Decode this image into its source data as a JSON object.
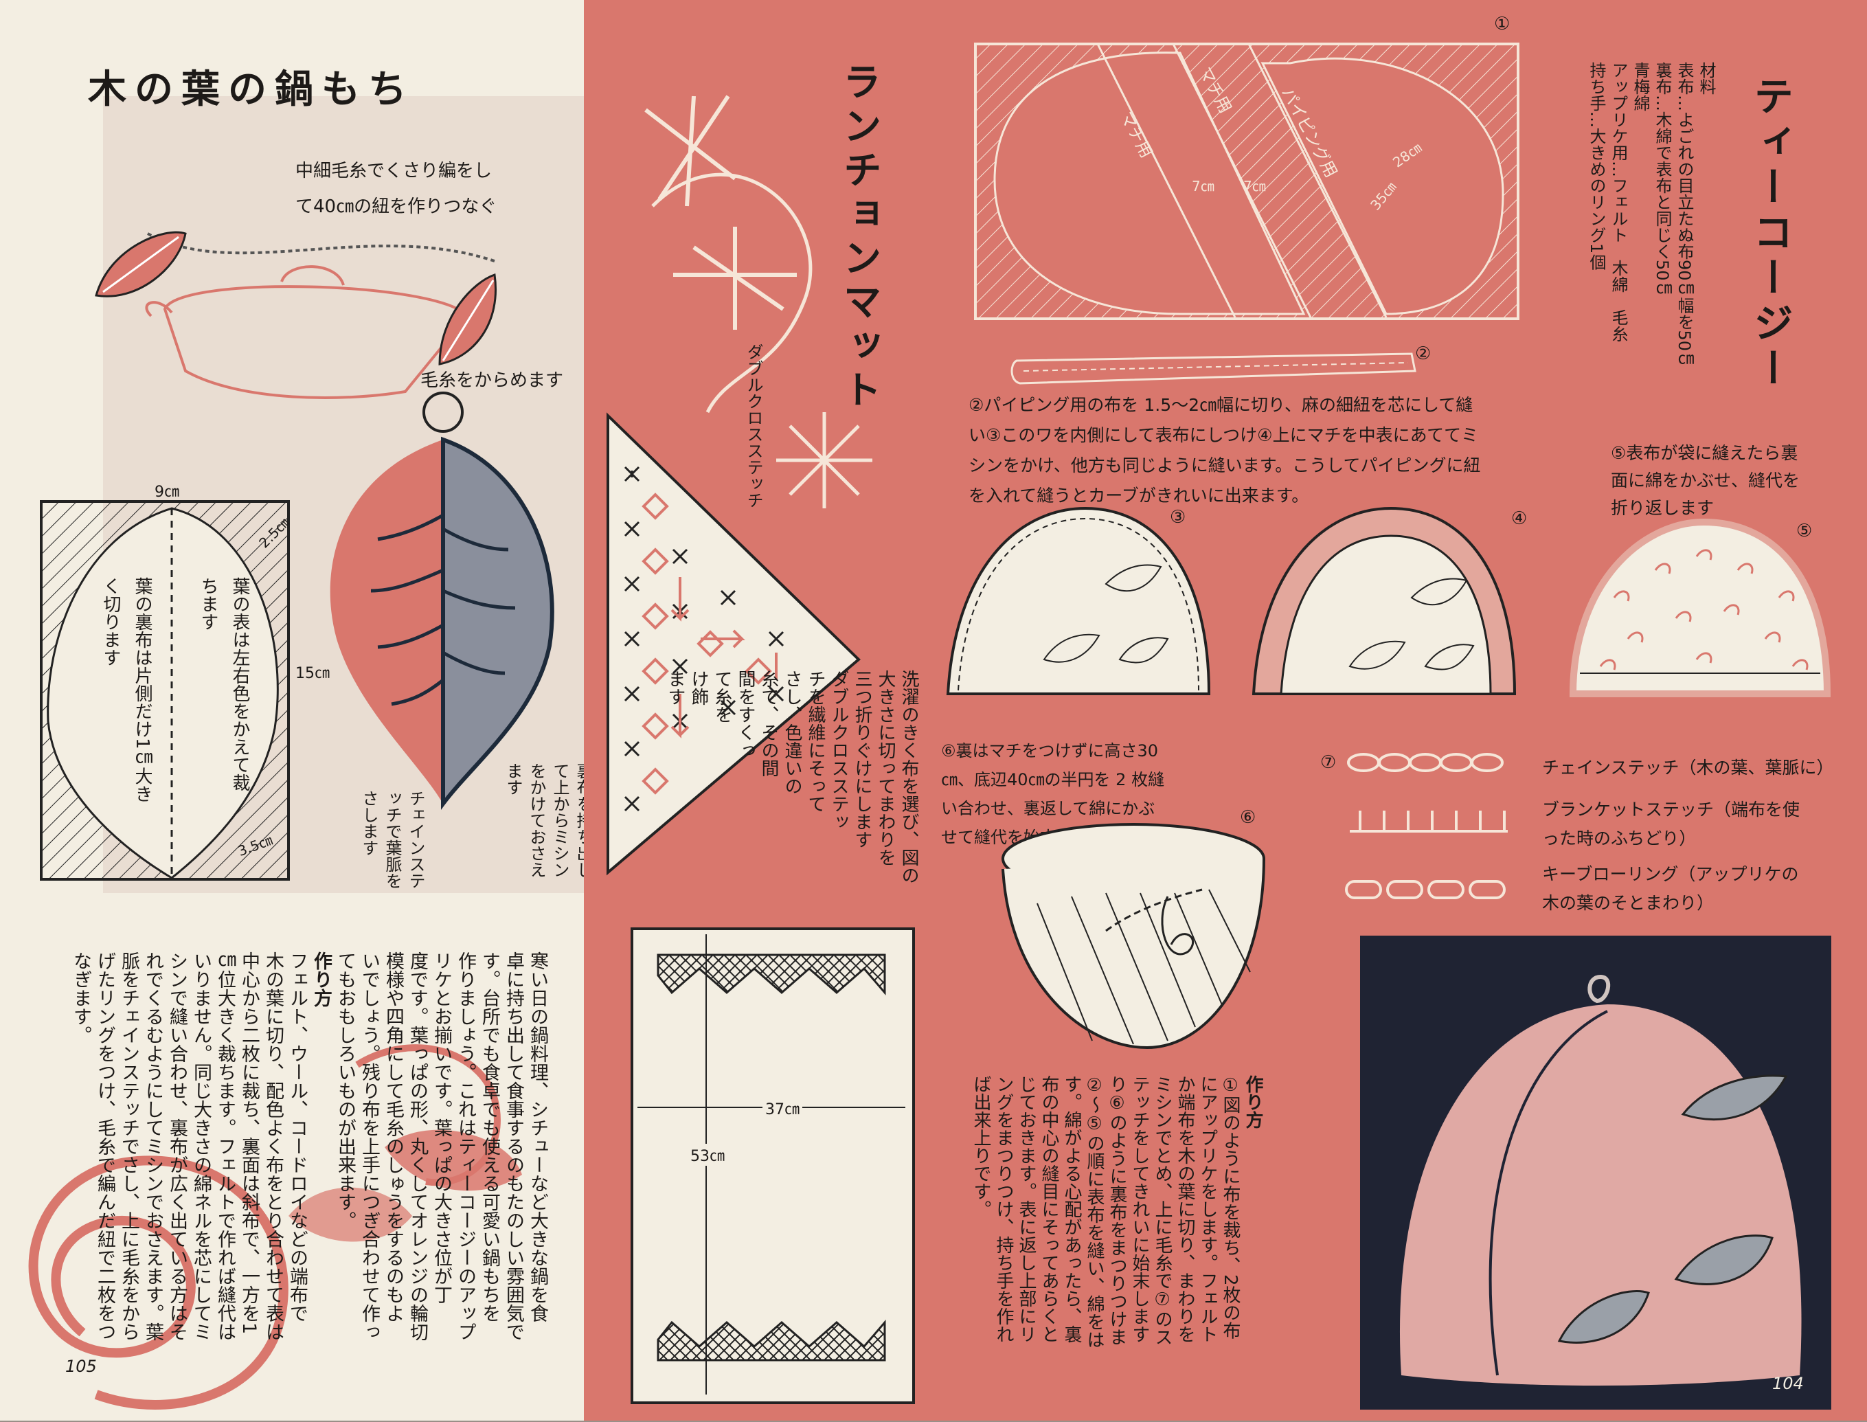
{
  "left_page": {
    "number": "105",
    "title": "木の葉の鍋もち",
    "note_chain": [
      "中細毛糸でくさり編をし",
      "て40㎝の紐を作りつなぐ"
    ],
    "note_wrap": "毛糸をからめます",
    "dim_width": "9㎝",
    "dim_height": "15㎝",
    "dim_a": "2.5㎝",
    "dim_b": "3.5㎝",
    "pattern_note1": "葉の表は左右色をかえて裁ちます",
    "pattern_note2": "葉の裏布は片側だけ1㎝大きく切ります",
    "note_back": "裏布を持ち出して上からミシンをかけておさえます",
    "note_chainstitch": "チェインステッチで葉脈をさします",
    "body_cols": [
      "寒い日の鍋料理、シチューなど大きな鍋を食",
      "卓に持ち出して食事するのもたのしい雰囲気で",
      "す。台所でも食卓でも使える可愛い鍋もちを",
      "作りましょう。これはティーコージーのアップ",
      "リケとお揃いです。葉っぱの大きさ位が丁",
      "度です。葉っぱの形、丸くしてオレンジの輪切",
      "模様や四角にして毛糸のしゅうをするのもよ",
      "いでしょう。残り布を上手につぎ合わせて作っ",
      "てもおもしろいものが出来ます。",
      "作り方",
      "フェルト、ウール、コードロイなどの端布で",
      "木の葉に切り、配色よく布をとり合わせて表は",
      "中心から二枚に裁ち、裏面は斜布で、一方を1",
      "㎝位大きく裁ちます。フェルトで作れば縫代は",
      "いりません。同じ大きさの綿ネルを芯にしてミ",
      "シンで縫い合わせ、裏布が広く出ている方はそ",
      "れでくるむようにしてミシンでおさえます。葉",
      "脈をチェインステッチでさし、上に毛糸をから",
      "げたリングをつけ、毛糸で編んだ紐で二枚をつ",
      "なぎます。"
    ]
  },
  "middle": {
    "title": "ランチョンマット",
    "stitch_label": "ダブルクロスステッチ",
    "text_cols": [
      "洗濯のきく布を選び、図の",
      "大きさに切ってまわりを",
      "三つ折りぐけにします",
      "ダブルクロスステッ",
      "チを繊維にそって",
      "さし、色違いの",
      "糸で、その間",
      "間をすくっ",
      "て糸を",
      "け飾",
      "ます"
    ],
    "dim_width": "37㎝",
    "dim_height": "53㎝"
  },
  "right_page": {
    "number": "104",
    "title": "ティーコージー",
    "materials": [
      "材料",
      "表布…よごれの目立たぬ布90㎝幅を50㎝",
      "裏布…木綿で表布と同じく50㎝",
      "青梅綿",
      "アップリケ用…フェルト　木綿　毛糸",
      "持ち手…大きめのリング1個"
    ],
    "diag1_num": "①",
    "diag1_labels": [
      "マチ用",
      "マチ用",
      "パイピング用"
    ],
    "diag1_dims": [
      "7㎝",
      "7㎝",
      "28㎝",
      "35㎝"
    ],
    "diag2_num": "②",
    "step2_lines": [
      "②パイピング用の布を 1.5～2㎝幅に切り、麻の細紐を芯にして縫",
      "い③このワを内側にして表布にしつけ④上にマチを中表にあててミ",
      "シンをかけ、他方も同じように縫います。こうしてパイピングに紐",
      "を入れて縫うとカーブがきれいに出来ます。"
    ],
    "step5_lines": [
      "⑤表布が袋に縫えたら裏",
      "面に綿をかぶせ、縫代を",
      "折り返します"
    ],
    "num3": "③",
    "num4": "④",
    "num5": "⑤",
    "num6": "⑥",
    "num7": "⑦",
    "step6_lines": [
      "⑥裏はマチをつけずに高さ30",
      "㎝、底辺40㎝の半円を 2 枚縫",
      "い合わせ、裏返して綿にかぶ",
      "せて縫代を始末します"
    ],
    "stitch_chain": "チェインステッチ（木の葉、葉脈に）",
    "stitch_blanket": [
      "ブランケットステッチ（端布を使",
      "った時のふちどり）"
    ],
    "stitch_keyboring": [
      "キーブローリング（アップリケの",
      "木の葉のそとまわり）"
    ],
    "method_cols": [
      "作り方",
      "①図のように布を裁ち、2枚の布",
      "にアップリケをします。フェルト",
      "か端布を木の葉に切り、まわりを",
      "ミシンでとめ、上に毛糸で⑦のス",
      "テッチをしてきれいに始末します",
      "り⑥のように裏布をまつりつけま",
      "②～⑤の順に表布を縫い、綿をは",
      "す。綿がよる心配があったら、裏",
      "布の中心の縫目にそってあらくと",
      "じておきます。表に返し上部にリ",
      "ングをまつりつけ、持ち手を作れ",
      "ば出来上りです。"
    ]
  }
}
